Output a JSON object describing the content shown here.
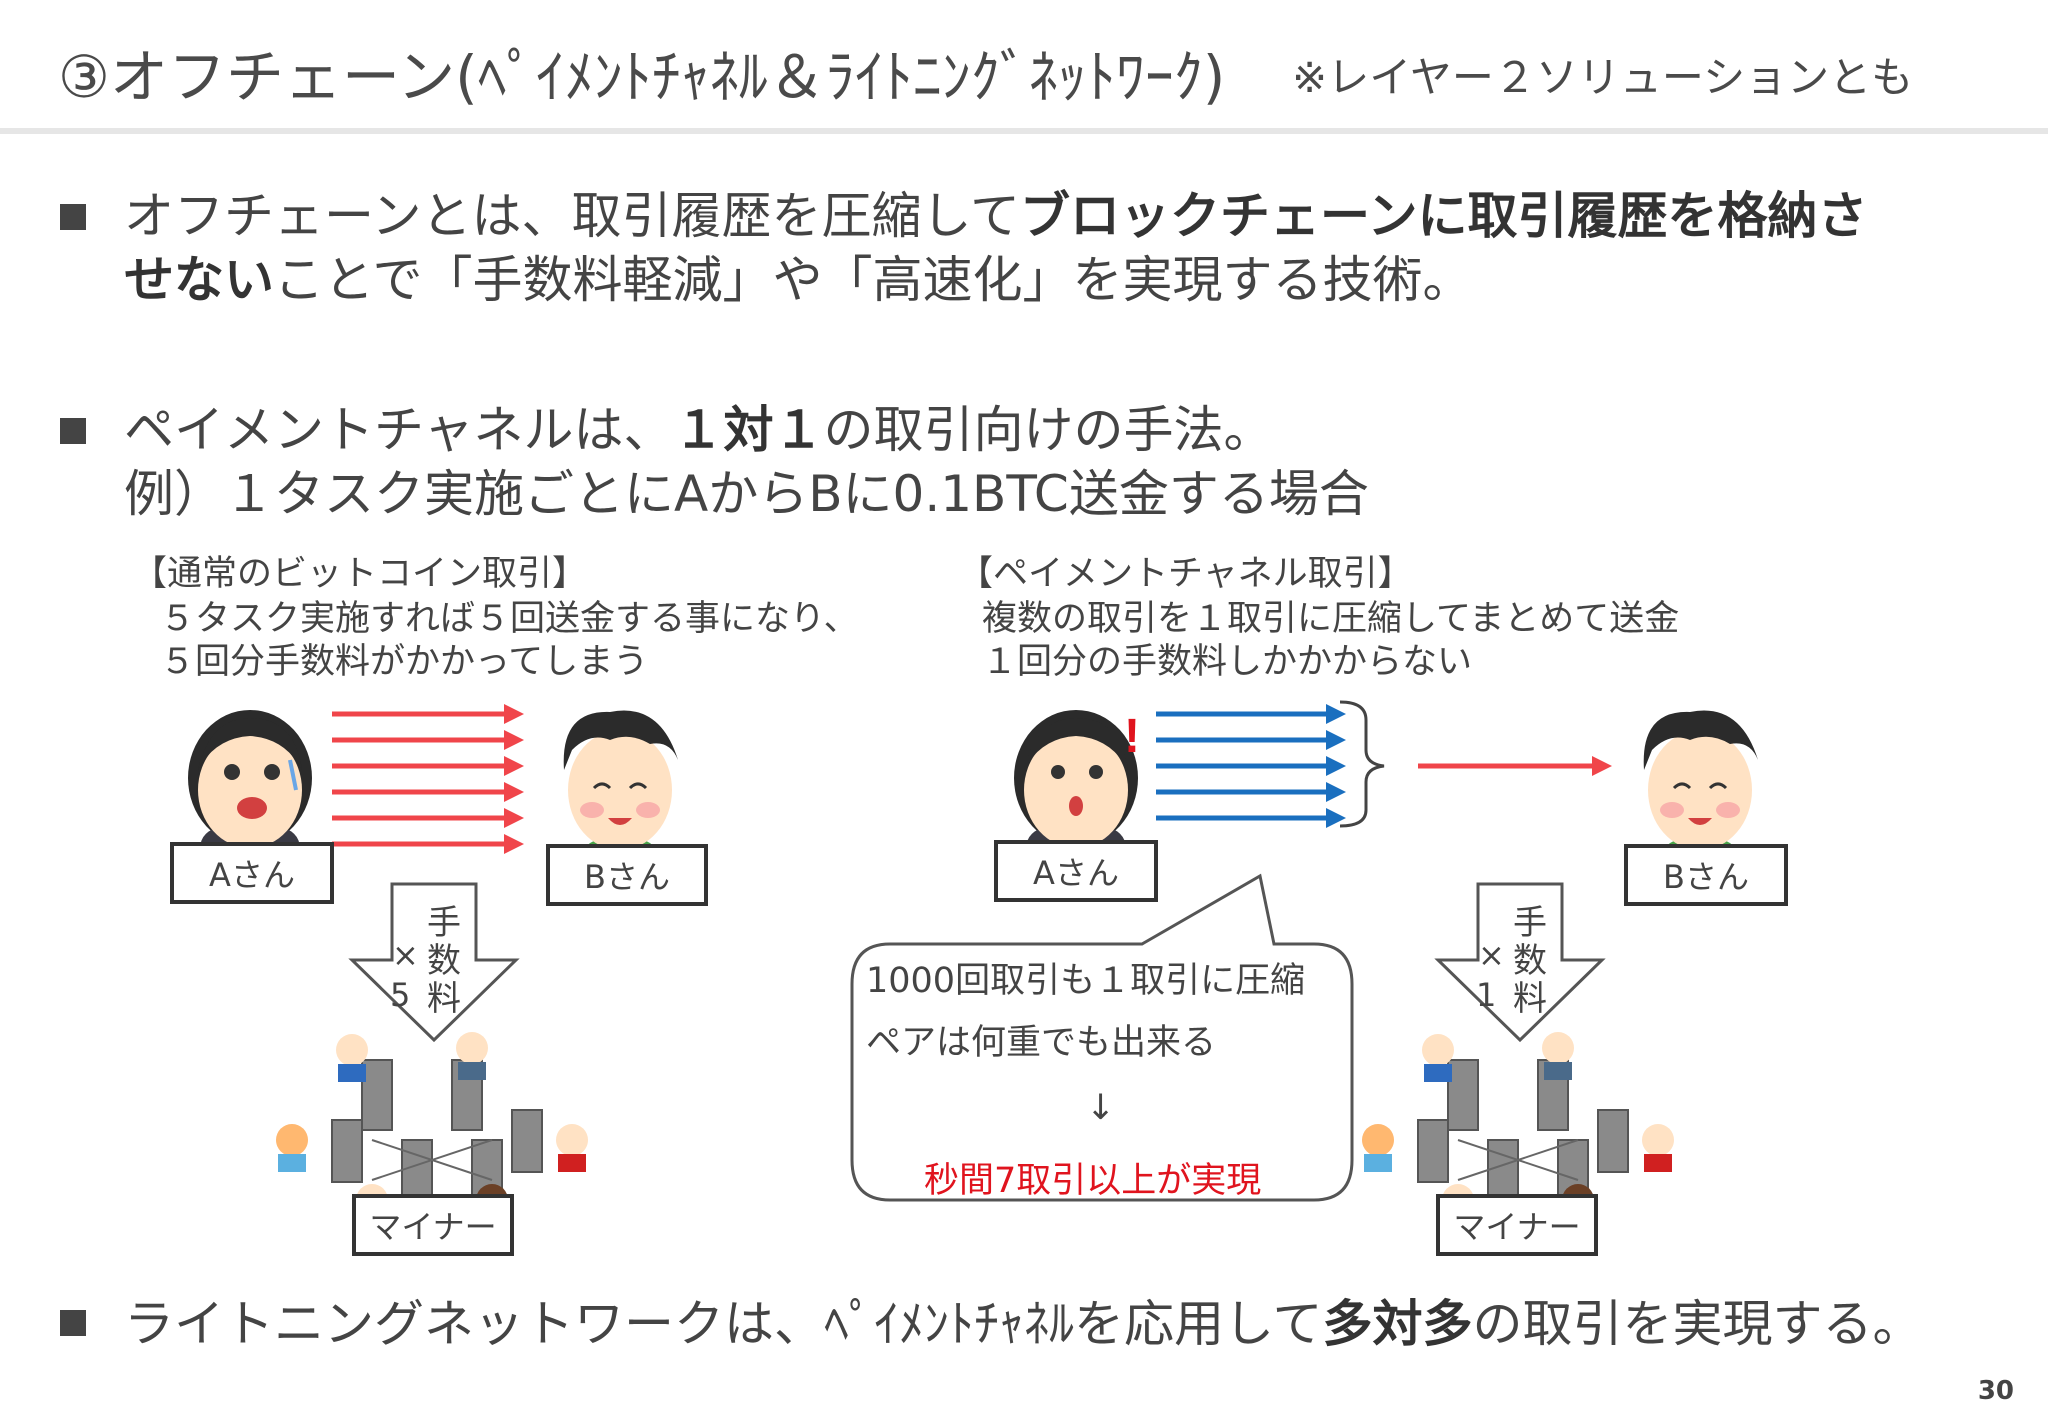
{
  "header": {
    "title": "③オフチェーン(ﾍﾟｲﾒﾝﾄﾁｬﾈﾙ＆ﾗｲﾄﾆﾝｸﾞﾈｯﾄﾜｰｸ)",
    "note": "※レイヤー２ソリューションとも"
  },
  "bullet1": {
    "line1_pre": "オフチェーンとは、取引履歴を圧縮して",
    "line1_bold": "ブロックチェーンに取引履歴を格納さ",
    "line2_bold": "せない",
    "line2_post": "ことで「手数料軽減」や「高速化」を実現する技術。"
  },
  "bullet2": {
    "line1_pre": "ペイメントチャネルは、",
    "line1_bold": "１対１",
    "line1_post": "の取引向けの手法。",
    "line2": "例）１タスク実施ごとにAからBに0.1BTC送金する場合"
  },
  "left_case": {
    "heading": "【通常のビットコイン取引】",
    "desc1": "５タスク実施すれば５回送金する事になり、",
    "desc2": "５回分手数料がかかってしまう",
    "person_a": "Aさん",
    "person_b": "Bさん",
    "fee_multiplier": "×",
    "fee_count": "5",
    "fee_chars": [
      "手",
      "数",
      "料"
    ],
    "miner_label": "マイナー",
    "arrow_count": 6
  },
  "right_case": {
    "heading": "【ペイメントチャネル取引】",
    "desc1": "複数の取引を１取引に圧縮してまとめて送金",
    "desc2": "１回分の手数料しかかからない",
    "person_a": "Aさん",
    "person_b": "Bさん",
    "fee_multiplier": "×",
    "fee_count": "1",
    "fee_chars": [
      "手",
      "数",
      "料"
    ],
    "miner_label": "マイナー",
    "arrow_count": 5
  },
  "bubble": {
    "line1": "1000回取引も１取引に圧縮",
    "line2": "ペアは何重でも出来る",
    "arrow": "↓",
    "result": "秒間7取引以上が実現"
  },
  "bullet3": {
    "pre": "ライトニングネットワークは、ﾍﾟｲﾒﾝﾄﾁｬﾈﾙを応用して",
    "bold": "多対多",
    "post": "の取引を実現する。"
  },
  "page_number": "30",
  "colors": {
    "red_arrow": "#f0454a",
    "blue_arrow": "#1a6fbf",
    "result_red": "#e0141e"
  }
}
